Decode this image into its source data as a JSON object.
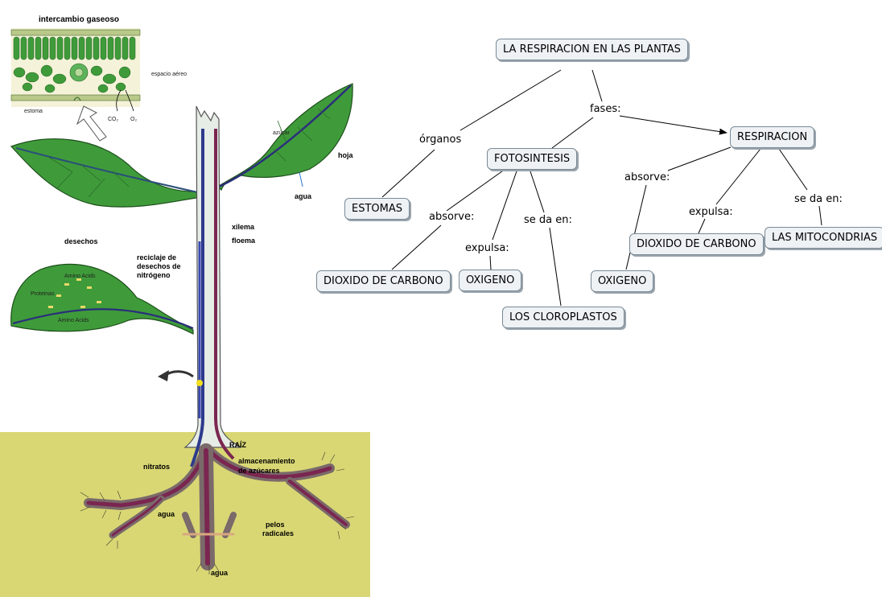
{
  "illustration": {
    "labels": {
      "gas_exchange": "intercambio gaseoso",
      "air_space": "espacio aéreo",
      "stoma": "estoma",
      "co2": "CO₂",
      "o2": "O₂",
      "sugar": "azúcar",
      "leaf": "hoja",
      "water_leaf": "agua",
      "xylem": "xilema",
      "phloem": "floema",
      "waste": "desechos",
      "nitrogen_recycling": [
        "reciclaje de",
        "desechos de",
        "nitrógeno"
      ],
      "amino_top": "Amino Acids",
      "proteins": "Proteinas",
      "amino_bottom": "Amino Acids",
      "root": "RAÍZ",
      "nitrates": "nitratos",
      "sugar_storage": [
        "almacenamiento",
        "de azúcares"
      ],
      "water_root": "agua",
      "root_hairs": [
        "pelos",
        "radicales"
      ],
      "water_bottom": "agua"
    },
    "colors": {
      "leaf": "#3f9b3a",
      "leaf_dark": "#2a6b28",
      "soil": "#d9d774",
      "stem": "#e6ece6",
      "xylem": "#2d3a8c",
      "phloem": "#7a2650"
    }
  },
  "concept_map": {
    "nodes": {
      "title": "LA RESPIRACION EN LAS PLANTAS",
      "respiracion": "RESPIRACION",
      "fotosintesis": "FOTOSINTESIS",
      "estomas": "ESTOMAS",
      "dioxido_1": "DIOXIDO DE CARBONO",
      "oxigeno_1": "OXIGENO",
      "cloroplastos": "LOS CLOROPLASTOS",
      "dioxido_2": "DIOXIDO DE CARBONO",
      "oxigeno_2": "OXIGENO",
      "mitocondrias": "LAS MITOCONDRIAS"
    },
    "links": {
      "organos": "órganos",
      "fases": "fases:",
      "absorve_1": "absorve:",
      "expulsa_1": "expulsa:",
      "se_da_en_1": "se da en:",
      "absorve_2": "absorve:",
      "expulsa_2": "expulsa:",
      "se_da_en_2": "se da en:"
    }
  }
}
